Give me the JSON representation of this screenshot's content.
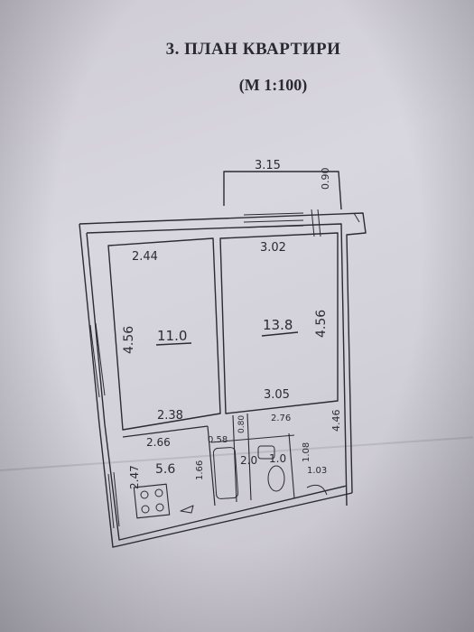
{
  "document": {
    "title": "3. ПЛАН КВАРТИРИ",
    "scale": "(М 1:100)"
  },
  "plan": {
    "balcony": {
      "width": "3.15",
      "depth": "0.90"
    },
    "room_1": {
      "area": "11.0",
      "top": "2.44",
      "side": "4.56",
      "bottom": "2.38"
    },
    "room_2": {
      "area": "13.8",
      "top": "3.02",
      "side": "4.56",
      "bottom": "3.05"
    },
    "kitchen": {
      "area": "5.6",
      "top": "2.66",
      "side": "2.47",
      "width": "1.66"
    },
    "corridor": {
      "top": "2.76",
      "side": "4.46"
    },
    "bathroom": {
      "area": "2.0",
      "width": "0.58",
      "depth": "0.80"
    },
    "wc": {
      "area": "1.0",
      "width": "1.08"
    },
    "entry": {
      "width": "1.03"
    }
  }
}
